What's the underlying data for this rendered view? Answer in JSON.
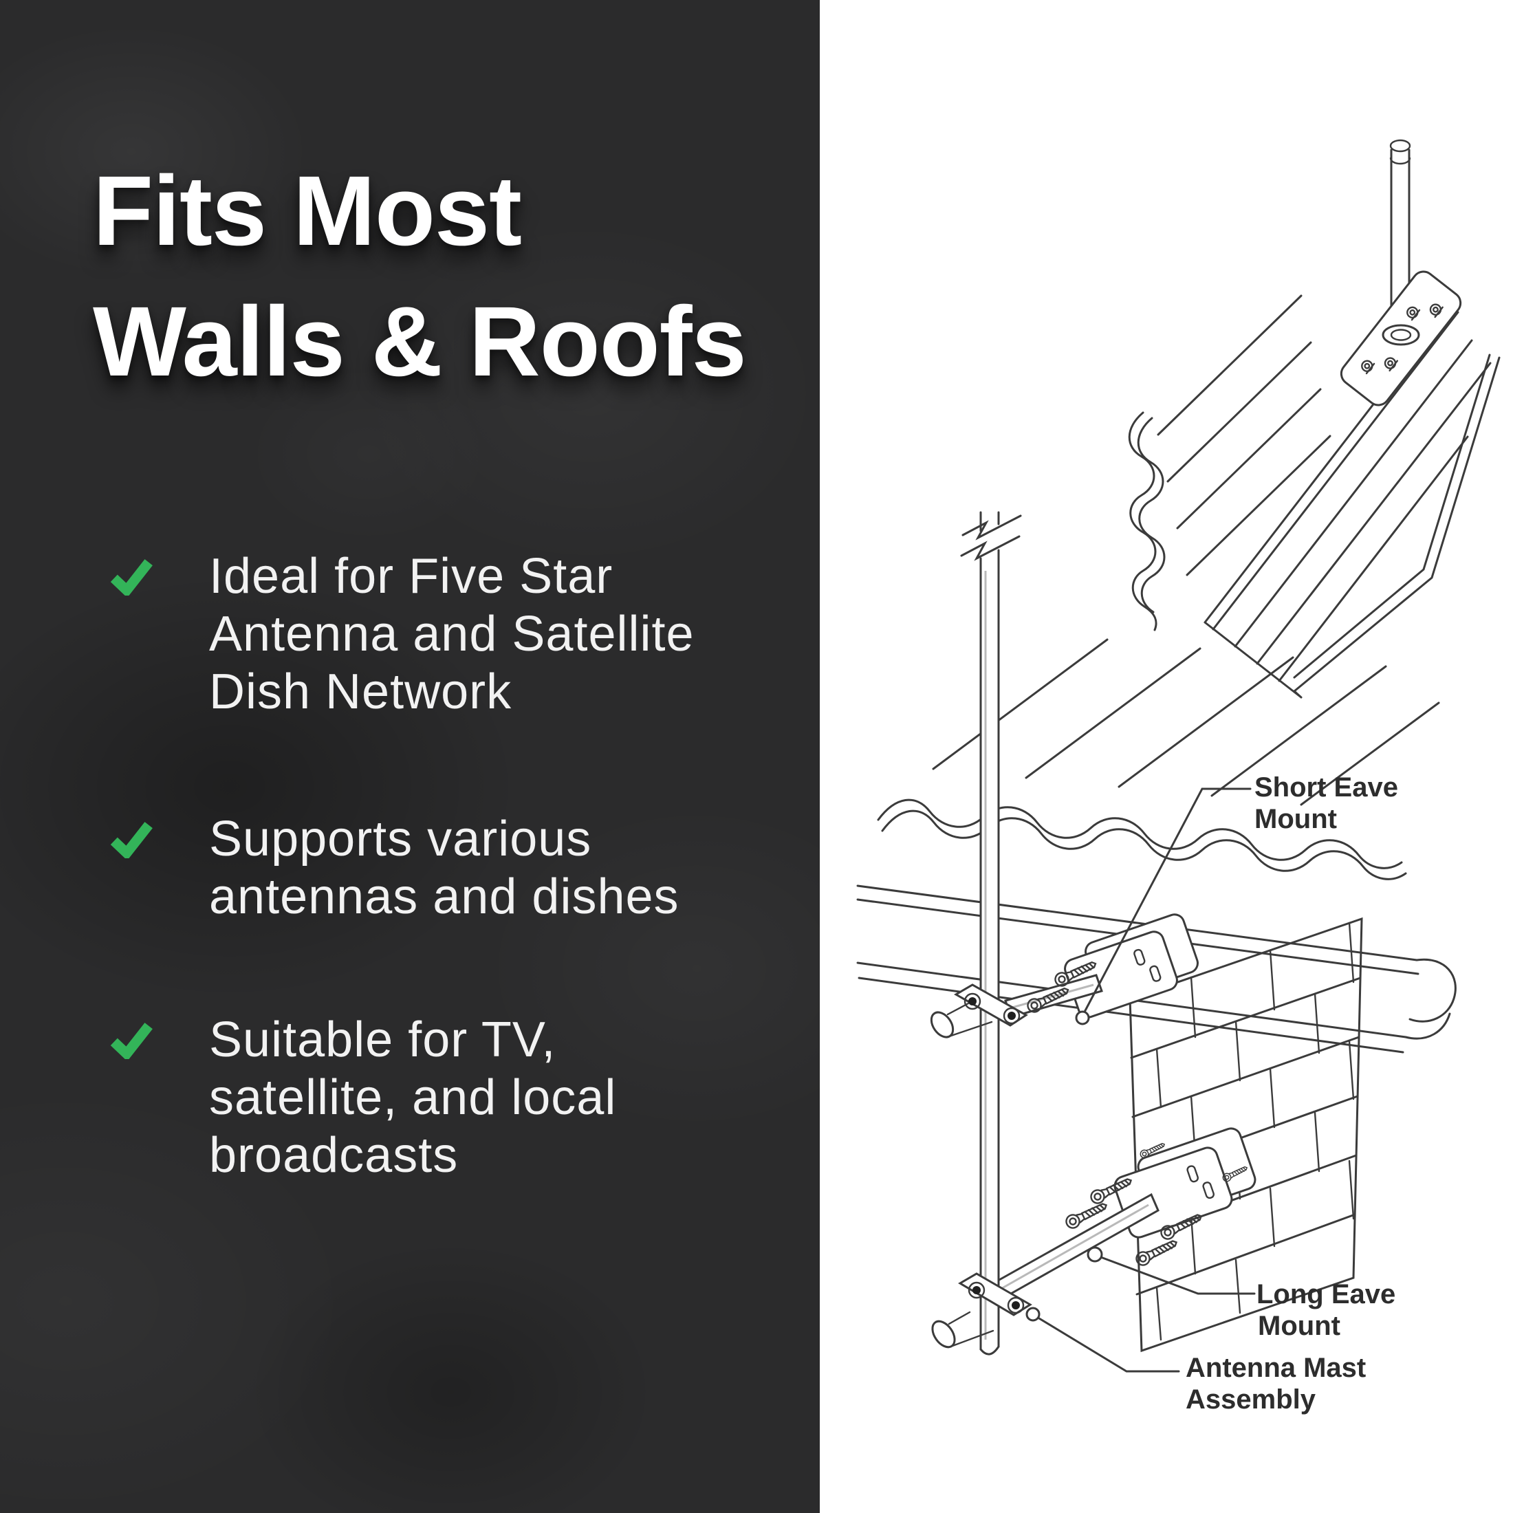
{
  "panel_left": {
    "heading": {
      "text": "Fits Most\nWalls & Roofs"
    },
    "bullets": [
      {
        "icon": "checkmark-icon",
        "text": "Ideal for Five Star\nAntenna and Satellite\nDish Network"
      },
      {
        "icon": "checkmark-icon",
        "text": "Supports various\nantennas and dishes"
      },
      {
        "icon": "checkmark-icon",
        "text": "Suitable for TV,\nsatellite, and local\nbroadcasts"
      }
    ],
    "colors": {
      "background": "#2b2b2c",
      "heading_text": "#ffffff",
      "bullet_text": "#f2f2f2",
      "check_green": "#33b459"
    }
  },
  "diagram": {
    "colors": {
      "background": "#ffffff",
      "line_art": "#3b3b3b",
      "label_text": "#2d2d2d",
      "mast_cap": "#1f1f1f"
    },
    "labels": {
      "short_eave": {
        "line1": "Short Eave",
        "line2": "Mount"
      },
      "long_eave": {
        "line1": "Long Eave",
        "line2": "Mount"
      },
      "mast": {
        "line1": "Antenna Mast",
        "line2": "Assembly"
      }
    },
    "parts": [
      "antenna-mast-pole",
      "roof-eave-section",
      "brick-wall",
      "short-eave-mount-bracket",
      "long-eave-mount-bracket",
      "mounting-screws",
      "mast-clamps"
    ]
  }
}
